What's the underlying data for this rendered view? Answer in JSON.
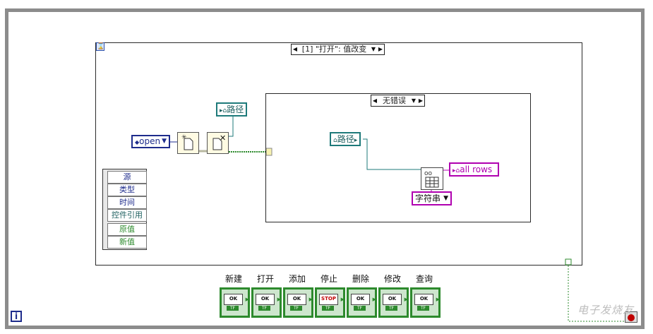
{
  "event_structure": {
    "selector_label": "[1] \"打开\": 值改变",
    "event_data_fields": [
      "源",
      "类型",
      "时间",
      "控件引用",
      "原值",
      "新值"
    ]
  },
  "constants": {
    "open": "open",
    "string_format": "字符串"
  },
  "local_variables": {
    "path_outer": "路径",
    "path_inner": "路径"
  },
  "indicators": {
    "all_rows": "all rows"
  },
  "case_structure": {
    "selector_label": "无错误"
  },
  "buttons": [
    {
      "label": "新建",
      "face": "OK"
    },
    {
      "label": "打开",
      "face": "OK"
    },
    {
      "label": "添加",
      "face": "OK"
    },
    {
      "label": "停止",
      "face": "STOP"
    },
    {
      "label": "删除",
      "face": "OK"
    },
    {
      "label": "修改",
      "face": "OK"
    },
    {
      "label": "查询",
      "face": "OK"
    }
  ],
  "watermark": "电子发烧友",
  "colors": {
    "string_wire": "#b000b0",
    "path_wire": "#1e7a7a",
    "bool_wire": "#2d8a2d",
    "enum_blue": "#1e2c8c"
  }
}
